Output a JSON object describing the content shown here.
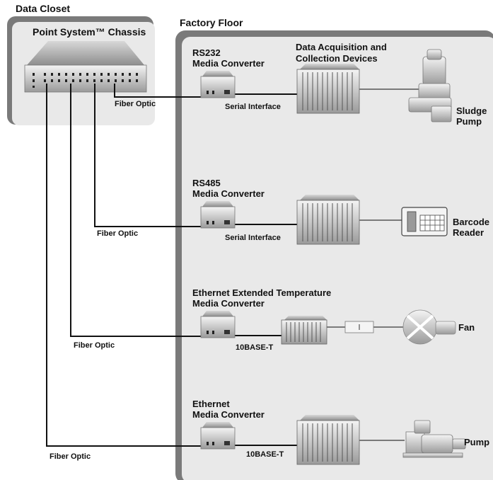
{
  "diagram": {
    "data_closet_title": "Data Closet",
    "chassis_title": "Point System™ Chassis",
    "factory_floor_title": "Factory Floor",
    "rs232": {
      "line1": "RS232",
      "line2": "Media Converter",
      "link_label": "Serial Interface",
      "fiber_label": "Fiber Optic"
    },
    "daq": {
      "line1": "Data Acquisition and",
      "line2": "Collection Devices"
    },
    "sludge_pump": {
      "line1": "Sludge",
      "line2": "Pump"
    },
    "rs485": {
      "line1": "RS485",
      "line2": "Media Converter",
      "link_label": "Serial Interface",
      "fiber_label": "Fiber Optic"
    },
    "barcode_reader": {
      "line1": "Barcode",
      "line2": "Reader"
    },
    "eth_ext": {
      "line1": "Ethernet Extended Temperature",
      "line2": "Media Converter",
      "link_label": "10BASE-T",
      "fiber_label": "Fiber Optic"
    },
    "fan": {
      "label": "Fan"
    },
    "eth": {
      "line1": "Ethernet",
      "line2": "Media Converter",
      "link_label": "10BASE-T",
      "fiber_label": "Fiber Optic"
    },
    "pump": {
      "label": "Pump"
    },
    "colors": {
      "panel_dark": "#7a7a7a",
      "panel_light": "#e9e9e9",
      "line": "#111111"
    }
  }
}
